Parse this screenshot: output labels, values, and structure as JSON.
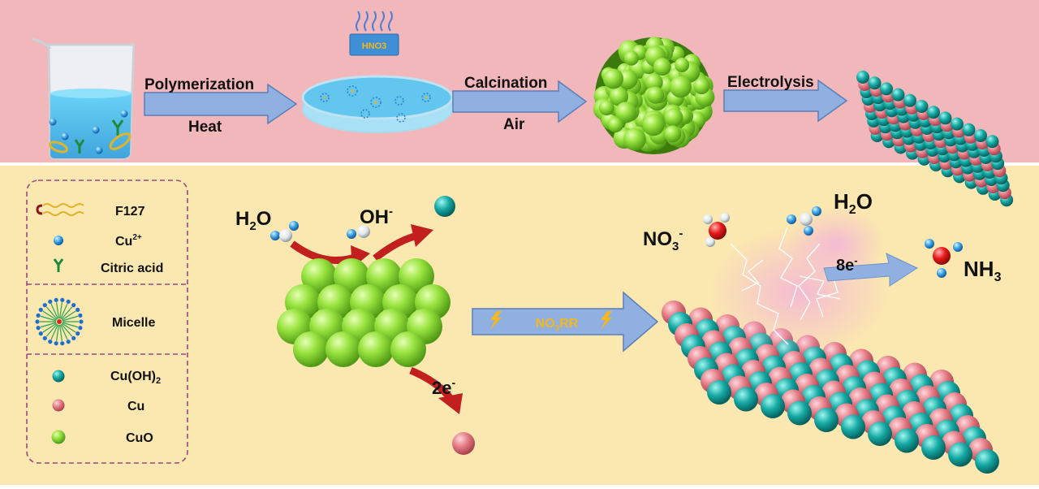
{
  "colors": {
    "top_band": "#f2b7ba",
    "bottom_band": "#fbe7b0",
    "arrow_blue": "#8fb0e0",
    "arrow_red": "#c21f1f",
    "cuo_green": "#8fdc3c",
    "cu_pink": "#e07a84",
    "cuoh2_teal": "#14a3a0",
    "water_blue": "#7cc9ee",
    "legend_border": "#a0457c",
    "nitrate_red": "#e81b1b",
    "bolt_yellow": "#f5b71b"
  },
  "top_process": {
    "step1": {
      "label_top": "Polymerization",
      "label_bottom": "Heat"
    },
    "hno3_label": "HNO3",
    "step2": {
      "label_top": "Calcination",
      "label_bottom": "Air"
    },
    "step3": {
      "label_top": "Electrolysis"
    }
  },
  "legend": {
    "f127": "F127",
    "cu2": "Cu",
    "cu2_charge": "2+",
    "citric": "Citric acid",
    "micelle": "Micelle",
    "cuoh2": "Cu(OH)",
    "cuoh2_sub": "2",
    "cu": "Cu",
    "cuo": "CuO"
  },
  "reaction": {
    "h2o_left": {
      "main": "H",
      "sub": "2",
      "tail": "O"
    },
    "oh": {
      "main": "OH",
      "sup": "-"
    },
    "electrons_2": {
      "main": "2e",
      "sup": "-"
    },
    "nrr_label": {
      "main": "NO",
      "sub": "3",
      "tail": "RR"
    },
    "no3": {
      "main": "NO",
      "sub": "3",
      "sup": "-"
    },
    "h2o_right": {
      "main": "H",
      "sub": "2",
      "tail": "O"
    },
    "electrons_8": {
      "main": "8e",
      "sup": "-"
    },
    "nh3": {
      "main": "NH",
      "sub": "3"
    }
  }
}
